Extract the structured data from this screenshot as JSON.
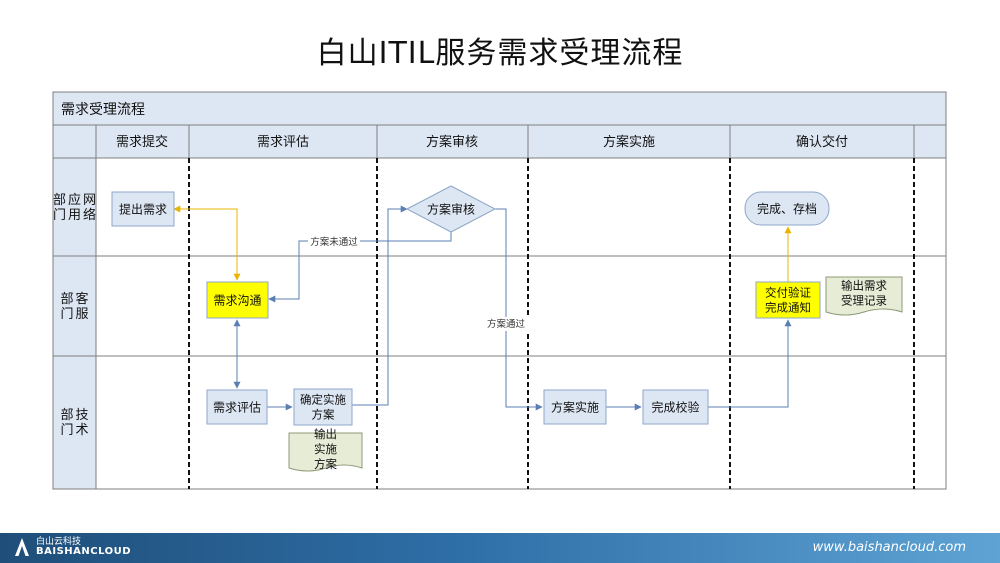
{
  "slide_title": "白山ITIL服务需求受理流程",
  "pool_title": "需求受理流程",
  "phases": [
    "需求提交",
    "需求评估",
    "方案审核",
    "方案实施",
    "确认交付"
  ],
  "lanes": [
    "网络应用部门",
    "客服部门",
    "技术部门"
  ],
  "nodes": {
    "submit": "提出需求",
    "communicate": "需求沟通",
    "assess": "需求评估",
    "plan": "确定实施方案",
    "review": "方案审核",
    "implement": "方案实施",
    "verify": "完成校验",
    "notify": "交付验证完成通知",
    "archive": "完成、存档",
    "doc_plan": "输出实施方案",
    "doc_record": "输出需求受理记录"
  },
  "edge_labels": {
    "rejected": "方案未通过",
    "approved": "方案通过"
  },
  "colors": {
    "header_fill": "#dde6f3",
    "node_fill": "#dde6f3",
    "highlight_fill": "#ffff00",
    "doc_fill": "#e6ecd6",
    "connector": "#5b7fb3",
    "yellow_connector": "#e8b400"
  },
  "footer": {
    "brand_cn": "白山云科技",
    "brand_en": "BAISHANCLOUD",
    "url": "www.baishancloud.com"
  }
}
